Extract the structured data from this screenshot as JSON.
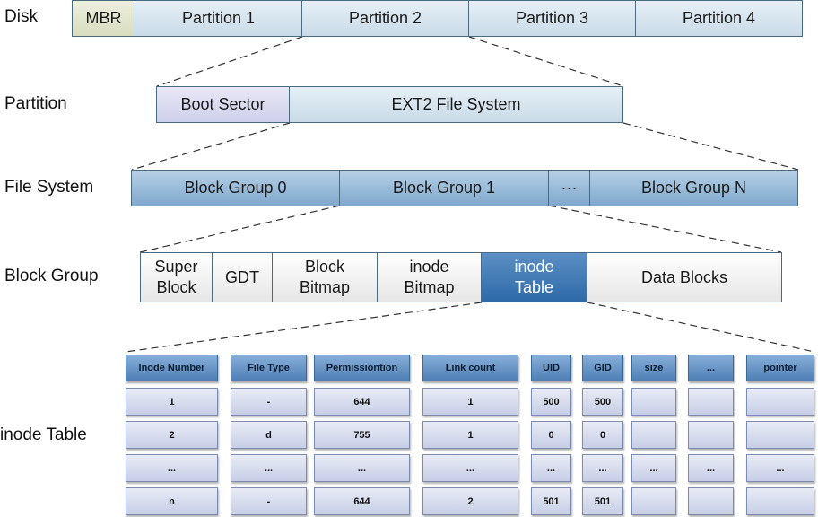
{
  "labels": {
    "disk": "Disk",
    "partition": "Partition",
    "file_system": "File System",
    "block_group": "Block Group",
    "inode_table": "inode Table"
  },
  "disk": [
    "MBR",
    "Partition 1",
    "Partition 2",
    "Partition 3",
    "Partition 4"
  ],
  "partition": [
    "Boot Sector",
    "EXT2 File System"
  ],
  "file_system": [
    "Block Group 0",
    "Block Group 1",
    "···",
    "Block Group N"
  ],
  "block_group": [
    {
      "line1": "Super",
      "line2": "Block"
    },
    {
      "line1": "GDT",
      "line2": ""
    },
    {
      "line1": "Block",
      "line2": "Bitmap"
    },
    {
      "line1": "inode",
      "line2": "Bitmap"
    },
    {
      "line1": "inode",
      "line2": "Table"
    },
    {
      "line1": "Data Blocks",
      "line2": ""
    }
  ],
  "inode_table": {
    "headers": [
      "Inode Number",
      "File Type",
      "Permissiontion",
      "Link count",
      "UID",
      "GID",
      "size",
      "...",
      "pointer"
    ],
    "rows": [
      [
        "1",
        "-",
        "644",
        "1",
        "500",
        "500",
        "",
        "",
        ""
      ],
      [
        "2",
        "d",
        "755",
        "1",
        "0",
        "0",
        "",
        "",
        ""
      ],
      [
        "...",
        "...",
        "...",
        "...",
        "...",
        "...",
        "...",
        "...",
        "..."
      ],
      [
        "n",
        "-",
        "644",
        "2",
        "501",
        "501",
        "",
        "",
        ""
      ]
    ]
  },
  "colors": {
    "cell_fill": "#d6e4ef",
    "mbr_fill": "#e3e6cc",
    "boot_sector_fill": "#dcdcf0",
    "fs_fill": "#9fbfdd",
    "highlight_fill": "#3f7ab8",
    "table_header_fill": "#6b97c8",
    "table_cell_fill": "#d8dcee"
  }
}
